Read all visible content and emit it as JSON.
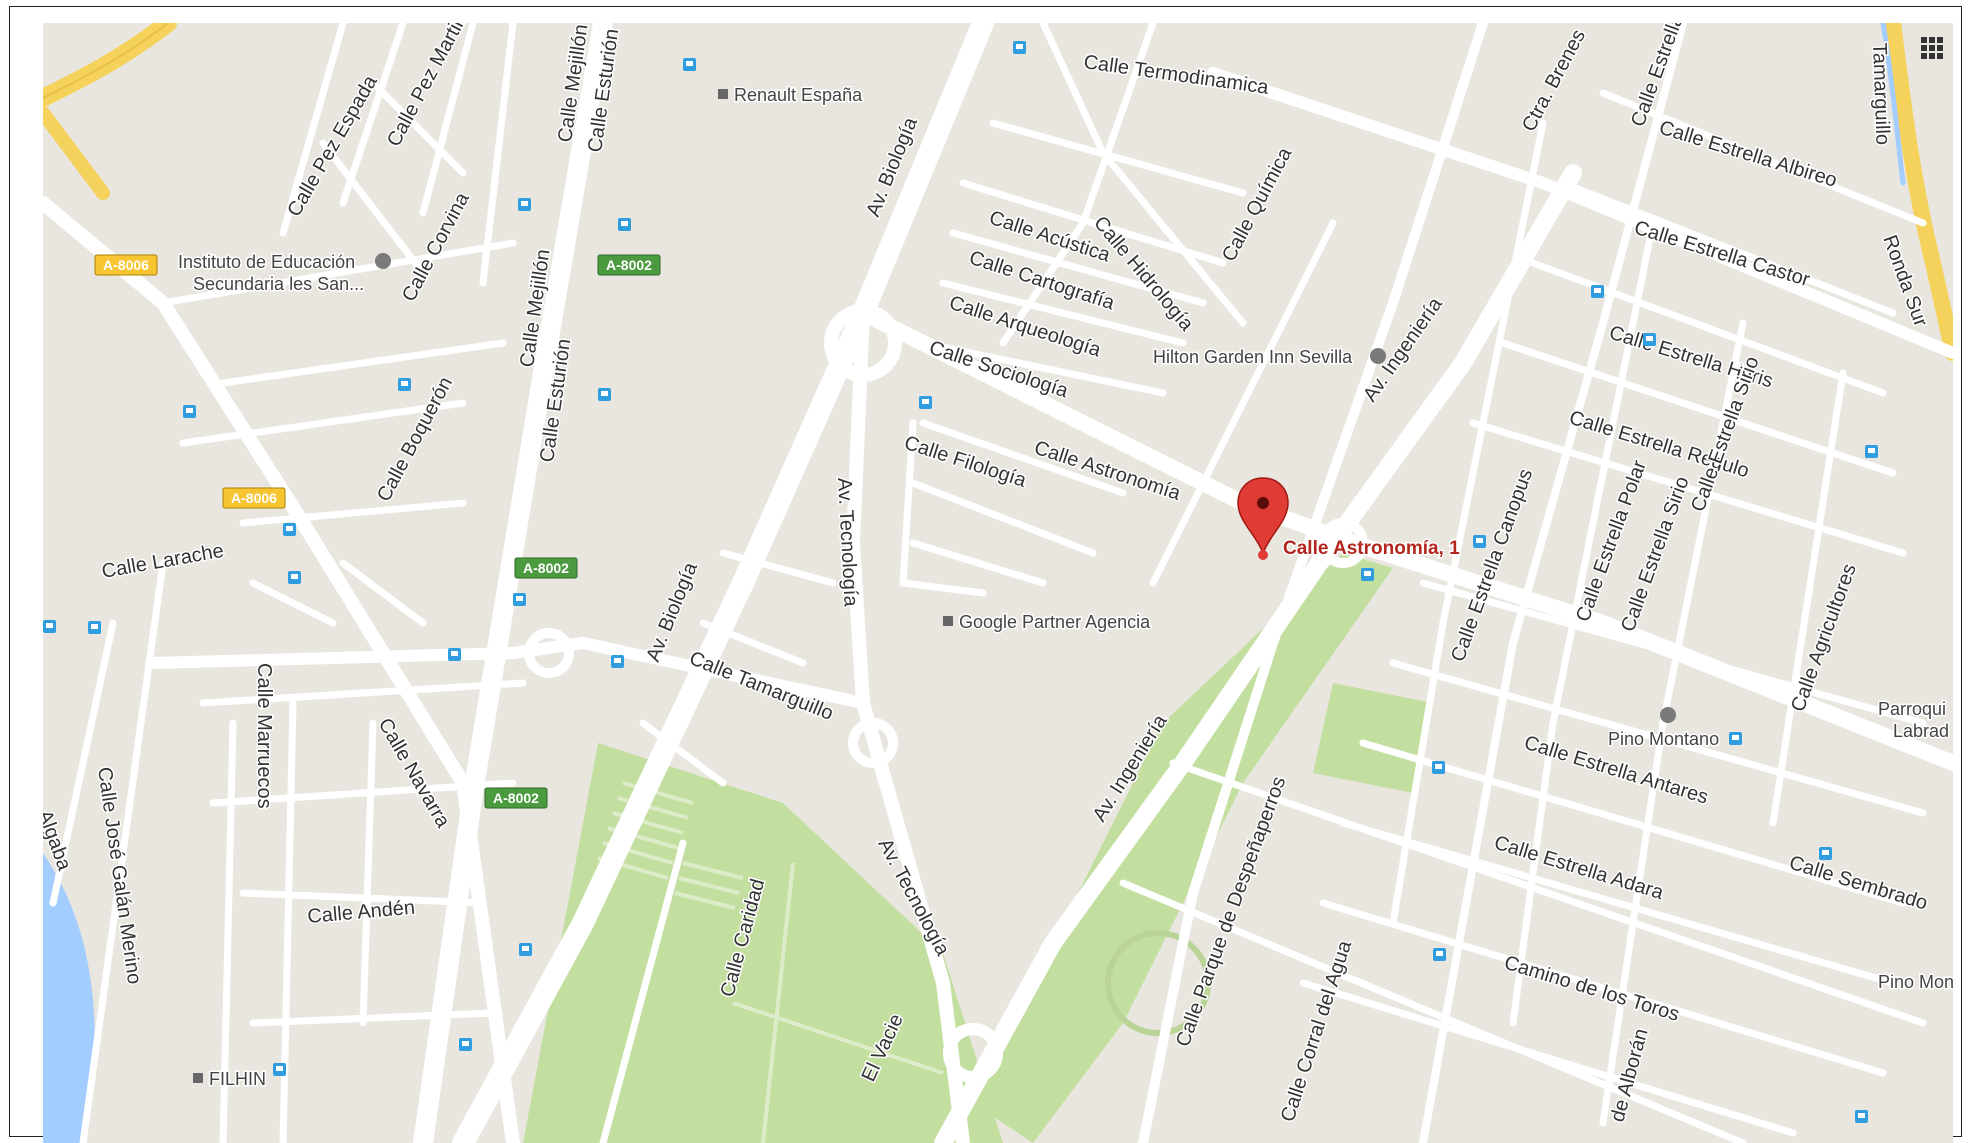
{
  "marker": {
    "label": "Calle Astronomía, 1",
    "color": "#c5221f"
  },
  "colors": {
    "land": "#e9e6df",
    "road": "#ffffff",
    "highway": "#f5d25c",
    "park": "#c2dfa0",
    "water": "#a3ccff",
    "transit": "#2f9de0",
    "shield_green": "#4c9a3f"
  },
  "streets": [
    {
      "name": "Calle Termodinamica"
    },
    {
      "name": "Calle Acústica"
    },
    {
      "name": "Calle Cartografía"
    },
    {
      "name": "Calle Arqueología"
    },
    {
      "name": "Calle Sociología"
    },
    {
      "name": "Calle Hidrología"
    },
    {
      "name": "Calle Química"
    },
    {
      "name": "Calle Filología"
    },
    {
      "name": "Calle Astronomía"
    },
    {
      "name": "Av. Biología"
    },
    {
      "name": "Av. Biología"
    },
    {
      "name": "Av. Tecnología"
    },
    {
      "name": "Av. Tecnología"
    },
    {
      "name": "Av. Ingeniería"
    },
    {
      "name": "Av. Ingeniería"
    },
    {
      "name": "Ctra. Brenes"
    },
    {
      "name": "Calle Estrella Vega"
    },
    {
      "name": "Calle Estrella Albireo"
    },
    {
      "name": "Calle Estrella Castor"
    },
    {
      "name": "Calle Estrella Haris"
    },
    {
      "name": "Calle Estrella Regulo"
    },
    {
      "name": "Calle Estrella Sirio"
    },
    {
      "name": "Calle Estrella Sirio"
    },
    {
      "name": "Calle Estrella Polar"
    },
    {
      "name": "Calle Estrella Canopus"
    },
    {
      "name": "Calle Estrella Antares"
    },
    {
      "name": "Calle Estrella Adara"
    },
    {
      "name": "Camino de los Toros"
    },
    {
      "name": "Calle Agricultores"
    },
    {
      "name": "Calle Sembrado"
    },
    {
      "name": "Ronda Sur"
    },
    {
      "name": "Tamarguillo"
    },
    {
      "name": "Calle Tamarguillo"
    },
    {
      "name": "Calle Pez Espada"
    },
    {
      "name": "Calle Pez Martillo"
    },
    {
      "name": "Calle Mejillón"
    },
    {
      "name": "Calle Esturión"
    },
    {
      "name": "Calle Mejillón"
    },
    {
      "name": "Calle Esturión"
    },
    {
      "name": "Calle Corvina"
    },
    {
      "name": "Calle Boquerón"
    },
    {
      "name": "Calle Larache"
    },
    {
      "name": "Calle Marruecos"
    },
    {
      "name": "Calle Navarra"
    },
    {
      "name": "Calle Andén"
    },
    {
      "name": "Calle José Galán Merino"
    },
    {
      "name": "Algaba"
    },
    {
      "name": "Calle Caridad"
    },
    {
      "name": "El Vacie"
    },
    {
      "name": "Calle Parque de Despeñaperros"
    },
    {
      "name": "Calle Corral del Agua"
    },
    {
      "name": "de Alborán"
    }
  ],
  "pois": [
    {
      "name": "Renault España",
      "icon": "square-icon"
    },
    {
      "name": "Hilton Garden Inn Sevilla",
      "icon": "hotel-icon"
    },
    {
      "name": "Google Partner Agencia",
      "icon": "square-icon"
    },
    {
      "name": "Instituto de Educación",
      "name2": "Secundaria les San...",
      "icon": "school-icon"
    },
    {
      "name": "Pino Montano",
      "icon": "shop-icon"
    },
    {
      "name": "FILHIN",
      "icon": "square-icon"
    },
    {
      "name": "Parroqui",
      "name2": "Labrad"
    },
    {
      "name": "Pino Mon"
    }
  ],
  "shields": [
    {
      "text": "A-8006",
      "kind": "yellow"
    },
    {
      "text": "A-8006",
      "kind": "yellow"
    },
    {
      "text": "A-8002",
      "kind": "green"
    },
    {
      "text": "A-8002",
      "kind": "green"
    },
    {
      "text": "A-8002",
      "kind": "green"
    }
  ]
}
